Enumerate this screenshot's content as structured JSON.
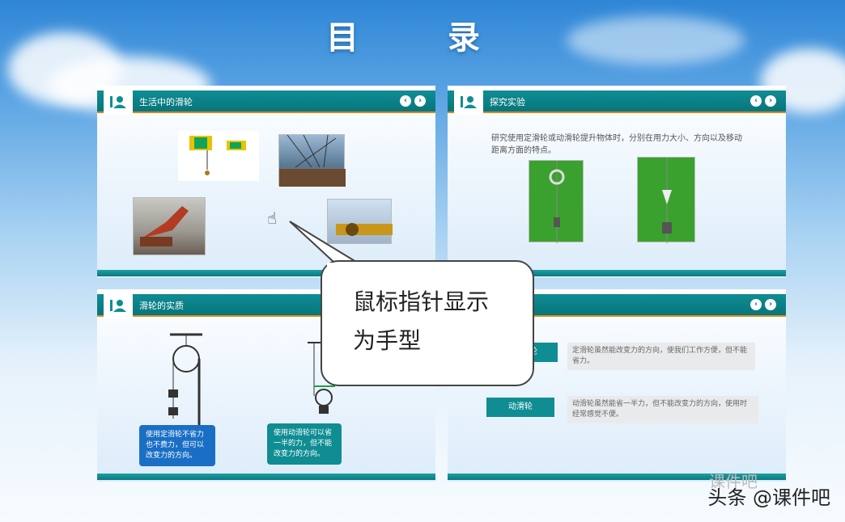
{
  "slide": {
    "title": "目  录"
  },
  "panels": [
    {
      "id": "tl",
      "header_title": "生活中的滑轮",
      "nav_prev": "‹",
      "nav_next": "›"
    },
    {
      "id": "tr",
      "header_title": "探究实验",
      "nav_prev": "‹",
      "nav_next": "›",
      "body_text": "研究使用定滑轮或动滑轮提升物体时，分别在用力大小、方向以及移动距离方面的特点。"
    },
    {
      "id": "bl",
      "header_title": "滑轮的实质",
      "nav_prev": "‹",
      "nav_next": "›",
      "note_left": "使用定滑轮不省力也不费力，但可以改变力的方向。",
      "note_right": "使用动滑轮可以省一半的力，但不能改变力的方向。"
    },
    {
      "id": "br",
      "header_title": "特点",
      "nav_prev": "‹",
      "nav_next": "›",
      "tag1": "定滑轮",
      "desc1": "定滑轮虽然能改变力的方向，使我们工作方便，但不能省力。",
      "tag2": "动滑轮",
      "desc2": "动滑轮虽然能省一半力，但不能改变力的方向，使用时经常感觉不便。"
    }
  ],
  "callout": {
    "text": "鼠标指针显示为手型"
  },
  "watermark": {
    "ghost_text": "课件吧",
    "text": "头条 @课件吧"
  },
  "colors": {
    "header_teal": "#0f8d93",
    "header_border": "#d78b18",
    "label_blue": "#1a6fc4"
  }
}
